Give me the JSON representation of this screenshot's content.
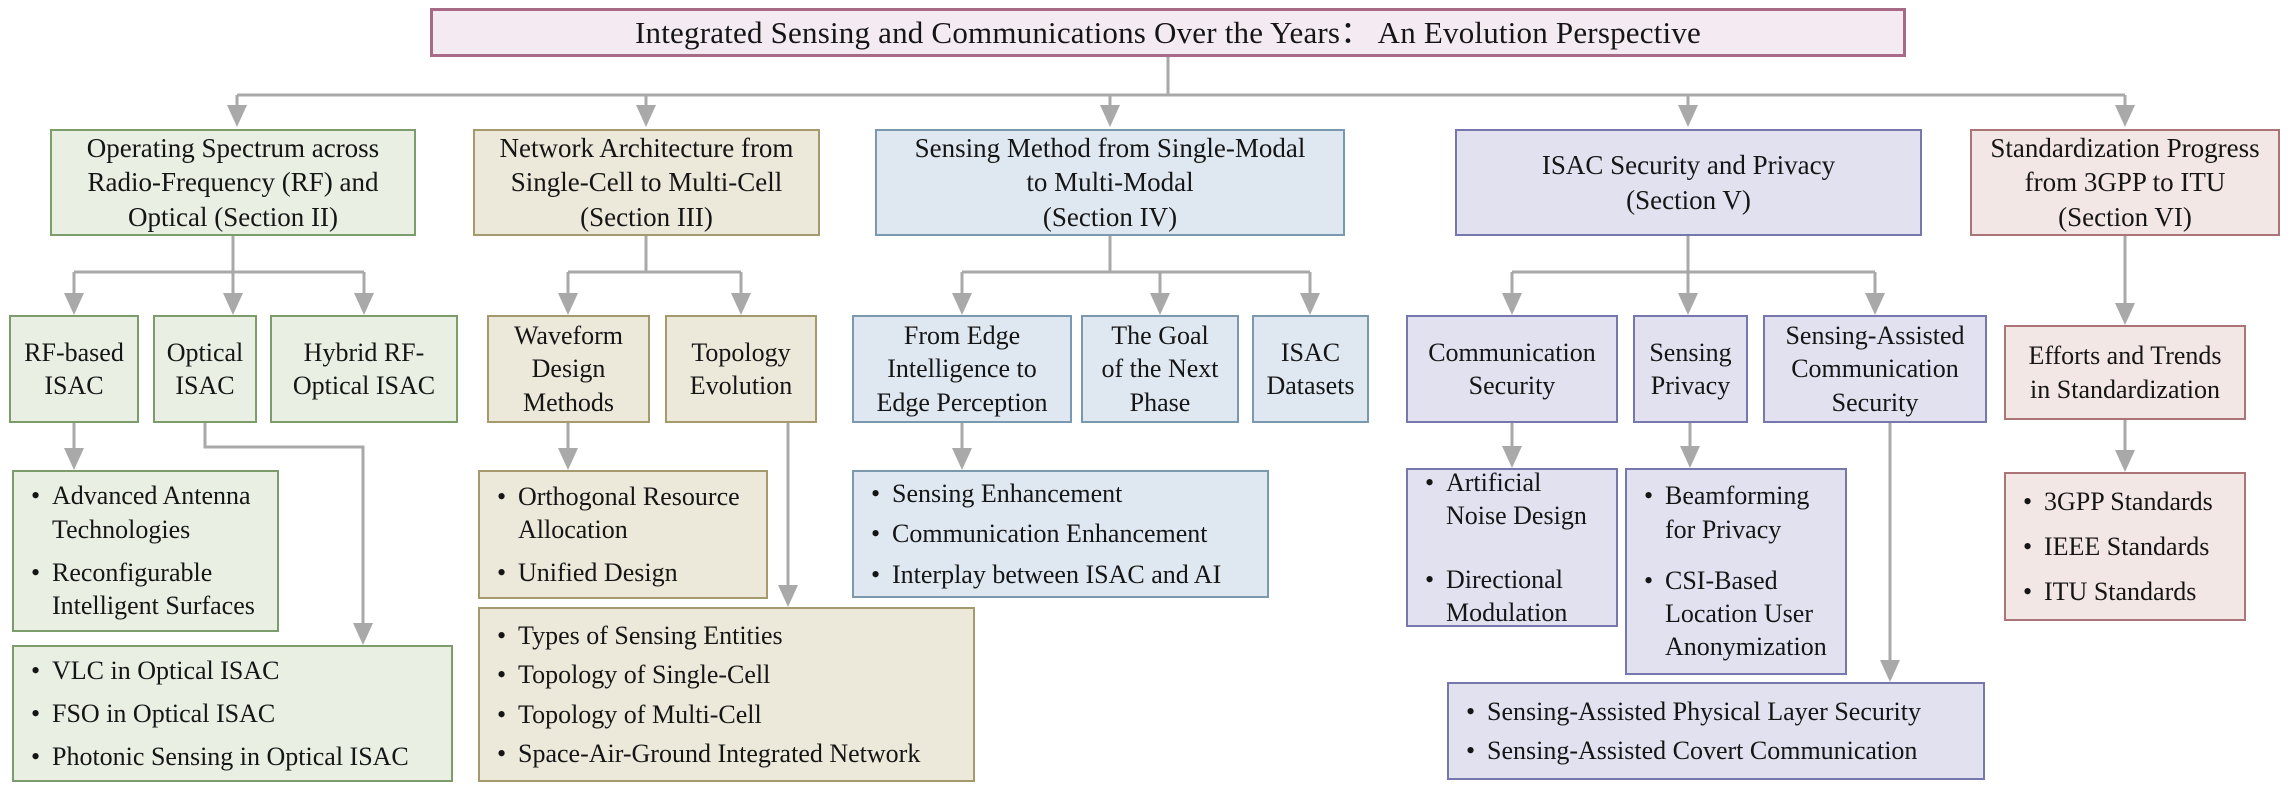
{
  "title": "Integrated Sensing and Communications Over the Years： An Evolution Perspective",
  "palette": {
    "background": "#ffffff",
    "connector_gray": "#a9a9a9",
    "title_fill": "#f4eaf2",
    "title_border": "#a76a87",
    "spectrum_fill": "#e9efe3",
    "spectrum_border": "#7d9c6c",
    "network_fill": "#ece8da",
    "network_border": "#a59a6d",
    "sensing_fill": "#dfe8f1",
    "sensing_border": "#7b99ae",
    "security_fill": "#e1e1f0",
    "security_border": "#7678ad",
    "standard_fill": "#f3e7e5",
    "standard_border": "#ab7476"
  },
  "sections": [
    {
      "label": "Operating Spectrum across\nRadio-Frequency (RF) and\nOptical (Section II)",
      "children": [
        "RF-based\nISAC",
        "Optical\nISAC",
        "Hybrid RF-\nOptical ISAC"
      ],
      "leaves": [
        {
          "items": [
            "Advanced Antenna\nTechnologies",
            "Reconfigurable\nIntelligent Surfaces"
          ]
        },
        {
          "items": [
            "VLC in Optical ISAC",
            "FSO in Optical ISAC",
            "Photonic Sensing in Optical ISAC"
          ]
        }
      ]
    },
    {
      "label": "Network Architecture from\nSingle-Cell to Multi-Cell\n(Section III)",
      "children": [
        "Waveform\nDesign\nMethods",
        "Topology\nEvolution"
      ],
      "leaves": [
        {
          "items": [
            "Orthogonal Resource\nAllocation",
            "Unified Design"
          ]
        },
        {
          "items": [
            "Types of Sensing Entities",
            "Topology of Single-Cell",
            "Topology of Multi-Cell",
            "Space-Air-Ground Integrated Network"
          ]
        }
      ]
    },
    {
      "label": "Sensing Method from Single-Modal\nto Multi-Modal\n(Section IV)",
      "children": [
        "From Edge\nIntelligence to\nEdge Perception",
        "The Goal\nof the Next\nPhase",
        "ISAC\nDatasets"
      ],
      "leaves": [
        {
          "items": [
            "Sensing Enhancement",
            "Communication Enhancement",
            "Interplay between ISAC and AI"
          ]
        }
      ]
    },
    {
      "label": "ISAC Security and Privacy\n(Section V)",
      "children": [
        "Communication\nSecurity",
        "Sensing\nPrivacy",
        "Sensing-Assisted\nCommunication\nSecurity"
      ],
      "leaves": [
        {
          "items": [
            "Artificial\nNoise Design",
            "Directional\nModulation"
          ]
        },
        {
          "items": [
            "Beamforming\nfor Privacy",
            "CSI-Based\nLocation User\nAnonymization"
          ]
        },
        {
          "items": [
            "Sensing-Assisted Physical Layer Security",
            "Sensing-Assisted Covert Communication"
          ]
        }
      ]
    },
    {
      "label": "Standardization Progress\nfrom 3GPP to ITU\n(Section VI)",
      "children": [
        "Efforts and Trends\nin Standardization"
      ],
      "leaves": [
        {
          "items": [
            "3GPP Standards",
            "IEEE Standards",
            "ITU Standards"
          ]
        }
      ]
    }
  ]
}
